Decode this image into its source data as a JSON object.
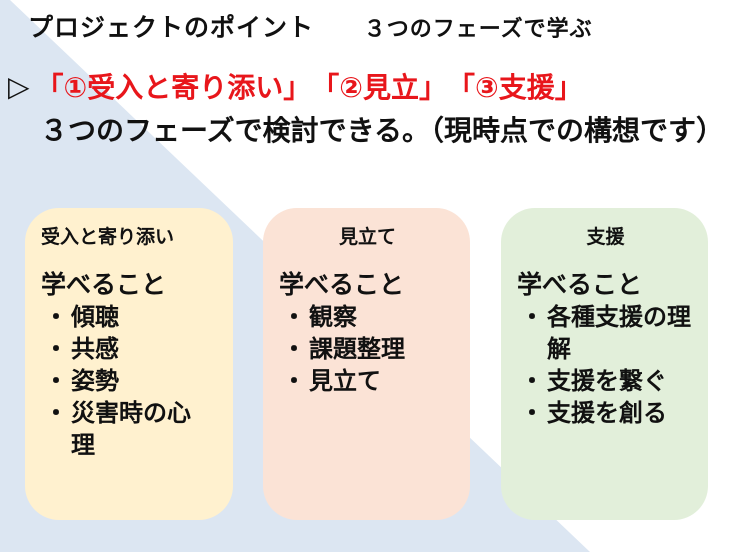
{
  "header": {
    "title": "プロジェクトのポイント",
    "subtitle": "３つのフェーズで学ぶ"
  },
  "bullet": {
    "marker": "▷",
    "phases": [
      "「①受入と寄り添い」",
      "「②見立」",
      "「③支援」"
    ],
    "description": "３つのフェーズで検討できる。（現時点での構想です）"
  },
  "cards": [
    {
      "title": "受入と寄り添い",
      "learn_label": "学べること",
      "items": [
        "傾聴",
        "共感",
        "姿勢",
        "災害時の心理"
      ],
      "color": "#fff1cf"
    },
    {
      "title": "見立て",
      "learn_label": "学べること",
      "items": [
        "観察",
        "課題整理",
        "見立て"
      ],
      "color": "#fbe3d6"
    },
    {
      "title": "支援",
      "learn_label": "学べること",
      "items": [
        "各種支援の理解",
        "支援を繋ぐ",
        "支援を創る"
      ],
      "color": "#e2efda"
    }
  ],
  "bullet_glyph": "・",
  "colors": {
    "accent_red": "#e8161b",
    "background_triangle": "#dce6f2",
    "text": "#111111"
  }
}
